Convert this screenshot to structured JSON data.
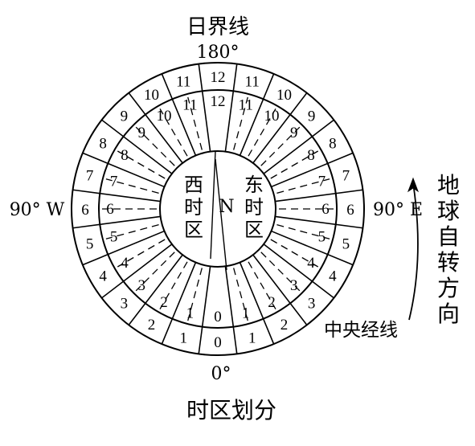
{
  "title": "时区划分",
  "date_line_label": "日界线",
  "top_longitude": "180°",
  "bottom_longitude": "0°",
  "west_longitude": "90° W",
  "east_longitude": "90° E",
  "pole_label": "N",
  "west_zone_label": [
    "西",
    "时",
    "区"
  ],
  "east_zone_label": [
    "东",
    "时",
    "区"
  ],
  "rotation_label": [
    "地",
    "球",
    "自",
    "转",
    "方",
    "向"
  ],
  "central_meridian_label": "中央经线",
  "outer_ring_numbers": [
    "12",
    "11",
    "10",
    "9",
    "8",
    "7",
    "6",
    "5",
    "4",
    "3",
    "2",
    "1",
    "0",
    "1",
    "2",
    "3",
    "4",
    "5",
    "6",
    "7",
    "8",
    "9",
    "10",
    "11"
  ],
  "inner_ring_numbers": [
    "12",
    "11",
    "10",
    "9",
    "8",
    "7",
    "6",
    "5",
    "4",
    "3",
    "2",
    "1",
    "0",
    "1",
    "2",
    "3",
    "4",
    "5",
    "6",
    "7",
    "8",
    "9",
    "10",
    "11"
  ]
}
